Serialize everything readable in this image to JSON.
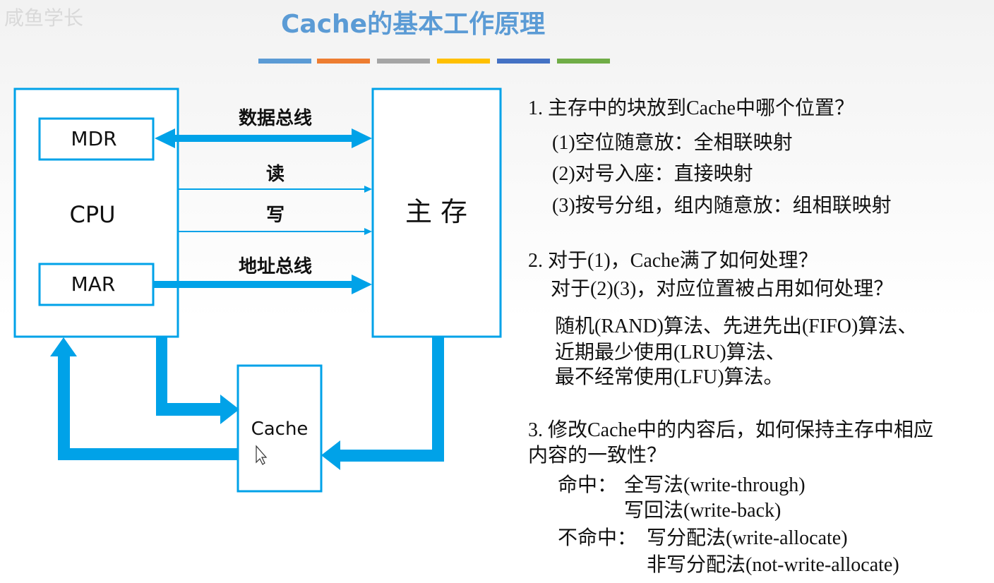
{
  "slide": {
    "watermark": "咸鱼学长",
    "title": "Cache的基本工作原理",
    "accent_colors": [
      "#5b9bd5",
      "#ed7d31",
      "#a5a5a5",
      "#ffc000",
      "#4472c4",
      "#70ad47"
    ]
  },
  "diagram": {
    "cpu_label": "CPU",
    "mdr_label": "MDR",
    "mar_label": "MAR",
    "main_memory_label": "主 存",
    "cache_label": "Cache",
    "data_bus_label": "数据总线",
    "read_label": "读",
    "write_label": "写",
    "address_bus_label": "地址总线",
    "line_color": "#00a2e8",
    "arrow_color": "#00a2e8"
  },
  "questions": {
    "q1": {
      "text": "1. 主存中的块放到Cache中哪个位置？",
      "items": [
        "(1)空位随意放：全相联映射",
        "(2)对号入座：直接映射",
        "(3)按号分组，组内随意放：组相联映射"
      ]
    },
    "q2": {
      "line1": "2. 对于(1)，Cache满了如何处理？",
      "line2": "对于(2)(3)，对应位置被占用如何处理？",
      "items": [
        "随机(RAND)算法、先进先出(FIFO)算法、",
        "近期最少使用(LRU)算法、",
        "最不经常使用(LFU)算法。"
      ]
    },
    "q3": {
      "line1": "3. 修改Cache中的内容后，如何保持主存中相应",
      "line2": "内容的一致性？",
      "hit_label": "命中：",
      "hit_items": [
        "全写法(write-through)",
        "写回法(write-back)"
      ],
      "miss_label": "不命中：",
      "miss_items": [
        "写分配法(write-allocate)",
        "非写分配法(not-write-allocate)"
      ]
    }
  }
}
